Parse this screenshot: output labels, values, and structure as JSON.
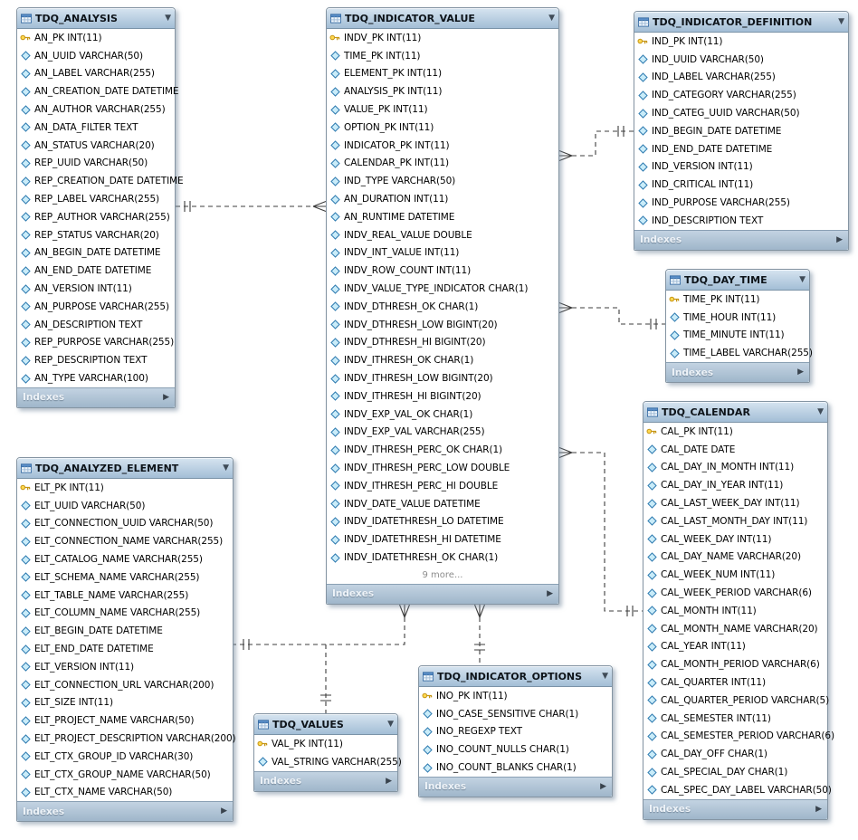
{
  "diagram": {
    "footer_label": "Indexes",
    "tables": [
      {
        "title": "TDQ_ANALYSIS",
        "footer": "Indexes",
        "columns": [
          {
            "label": "AN_PK INT(11)",
            "key": true
          },
          {
            "label": "AN_UUID VARCHAR(50)"
          },
          {
            "label": "AN_LABEL VARCHAR(255)"
          },
          {
            "label": "AN_CREATION_DATE DATETIME"
          },
          {
            "label": "AN_AUTHOR VARCHAR(255)"
          },
          {
            "label": "AN_DATA_FILTER TEXT"
          },
          {
            "label": "AN_STATUS VARCHAR(20)"
          },
          {
            "label": "REP_UUID VARCHAR(50)"
          },
          {
            "label": "REP_CREATION_DATE DATETIME"
          },
          {
            "label": "REP_LABEL VARCHAR(255)"
          },
          {
            "label": "REP_AUTHOR VARCHAR(255)"
          },
          {
            "label": "REP_STATUS VARCHAR(20)"
          },
          {
            "label": "AN_BEGIN_DATE DATETIME"
          },
          {
            "label": "AN_END_DATE DATETIME"
          },
          {
            "label": "AN_VERSION INT(11)"
          },
          {
            "label": "AN_PURPOSE VARCHAR(255)"
          },
          {
            "label": "AN_DESCRIPTION TEXT"
          },
          {
            "label": "REP_PURPOSE VARCHAR(255)"
          },
          {
            "label": "REP_DESCRIPTION TEXT"
          },
          {
            "label": "AN_TYPE VARCHAR(100)"
          }
        ]
      },
      {
        "title": "TDQ_INDICATOR_VALUE",
        "footer": "Indexes",
        "more": "9 more...",
        "columns": [
          {
            "label": "INDV_PK INT(11)",
            "key": true
          },
          {
            "label": "TIME_PK INT(11)"
          },
          {
            "label": "ELEMENT_PK INT(11)"
          },
          {
            "label": "ANALYSIS_PK INT(11)"
          },
          {
            "label": "VALUE_PK INT(11)"
          },
          {
            "label": "OPTION_PK INT(11)"
          },
          {
            "label": "INDICATOR_PK INT(11)"
          },
          {
            "label": "CALENDAR_PK INT(11)"
          },
          {
            "label": "IND_TYPE VARCHAR(50)"
          },
          {
            "label": "AN_DURATION INT(11)"
          },
          {
            "label": "AN_RUNTIME DATETIME"
          },
          {
            "label": "INDV_REAL_VALUE DOUBLE"
          },
          {
            "label": "INDV_INT_VALUE INT(11)"
          },
          {
            "label": "INDV_ROW_COUNT INT(11)"
          },
          {
            "label": "INDV_VALUE_TYPE_INDICATOR CHAR(1)"
          },
          {
            "label": "INDV_DTHRESH_OK CHAR(1)"
          },
          {
            "label": "INDV_DTHRESH_LOW BIGINT(20)"
          },
          {
            "label": "INDV_DTHRESH_HI BIGINT(20)"
          },
          {
            "label": "INDV_ITHRESH_OK CHAR(1)"
          },
          {
            "label": "INDV_ITHRESH_LOW BIGINT(20)"
          },
          {
            "label": "INDV_ITHRESH_HI BIGINT(20)"
          },
          {
            "label": "INDV_EXP_VAL_OK CHAR(1)"
          },
          {
            "label": "INDV_EXP_VAL VARCHAR(255)"
          },
          {
            "label": "INDV_ITHRESH_PERC_OK CHAR(1)"
          },
          {
            "label": "INDV_ITHRESH_PERC_LOW DOUBLE"
          },
          {
            "label": "INDV_ITHRESH_PERC_HI DOUBLE"
          },
          {
            "label": "INDV_DATE_VALUE DATETIME"
          },
          {
            "label": "INDV_IDATETHRESH_LO DATETIME"
          },
          {
            "label": "INDV_IDATETHRESH_HI DATETIME"
          },
          {
            "label": "INDV_IDATETHRESH_OK CHAR(1)"
          }
        ]
      },
      {
        "title": "TDQ_INDICATOR_DEFINITION",
        "footer": "Indexes",
        "columns": [
          {
            "label": "IND_PK INT(11)",
            "key": true
          },
          {
            "label": "IND_UUID VARCHAR(50)"
          },
          {
            "label": "IND_LABEL VARCHAR(255)"
          },
          {
            "label": "IND_CATEGORY VARCHAR(255)"
          },
          {
            "label": "IND_CATEG_UUID VARCHAR(50)"
          },
          {
            "label": "IND_BEGIN_DATE DATETIME"
          },
          {
            "label": "IND_END_DATE DATETIME"
          },
          {
            "label": "IND_VERSION INT(11)"
          },
          {
            "label": "IND_CRITICAL INT(11)"
          },
          {
            "label": "IND_PURPOSE VARCHAR(255)"
          },
          {
            "label": "IND_DESCRIPTION TEXT"
          }
        ]
      },
      {
        "title": "TDQ_DAY_TIME",
        "footer": "Indexes",
        "columns": [
          {
            "label": "TIME_PK INT(11)",
            "key": true
          },
          {
            "label": "TIME_HOUR INT(11)"
          },
          {
            "label": "TIME_MINUTE INT(11)"
          },
          {
            "label": "TIME_LABEL VARCHAR(255)"
          }
        ]
      },
      {
        "title": "TDQ_CALENDAR",
        "footer": "Indexes",
        "columns": [
          {
            "label": "CAL_PK INT(11)",
            "key": true
          },
          {
            "label": "CAL_DATE DATE"
          },
          {
            "label": "CAL_DAY_IN_MONTH INT(11)"
          },
          {
            "label": "CAL_DAY_IN_YEAR INT(11)"
          },
          {
            "label": "CAL_LAST_WEEK_DAY INT(11)"
          },
          {
            "label": "CAL_LAST_MONTH_DAY INT(11)"
          },
          {
            "label": "CAL_WEEK_DAY INT(11)"
          },
          {
            "label": "CAL_DAY_NAME VARCHAR(20)"
          },
          {
            "label": "CAL_WEEK_NUM INT(11)"
          },
          {
            "label": "CAL_WEEK_PERIOD VARCHAR(6)"
          },
          {
            "label": "CAL_MONTH INT(11)"
          },
          {
            "label": "CAL_MONTH_NAME VARCHAR(20)"
          },
          {
            "label": "CAL_YEAR INT(11)"
          },
          {
            "label": "CAL_MONTH_PERIOD VARCHAR(6)"
          },
          {
            "label": "CAL_QUARTER INT(11)"
          },
          {
            "label": "CAL_QUARTER_PERIOD VARCHAR(5)"
          },
          {
            "label": "CAL_SEMESTER INT(11)"
          },
          {
            "label": "CAL_SEMESTER_PERIOD VARCHAR(6)"
          },
          {
            "label": "CAL_DAY_OFF CHAR(1)"
          },
          {
            "label": "CAL_SPECIAL_DAY CHAR(1)"
          },
          {
            "label": "CAL_SPEC_DAY_LABEL VARCHAR(50)"
          }
        ]
      },
      {
        "title": "TDQ_ANALYZED_ELEMENT",
        "footer": "Indexes",
        "columns": [
          {
            "label": "ELT_PK INT(11)",
            "key": true
          },
          {
            "label": "ELT_UUID VARCHAR(50)"
          },
          {
            "label": "ELT_CONNECTION_UUID VARCHAR(50)"
          },
          {
            "label": "ELT_CONNECTION_NAME VARCHAR(255)"
          },
          {
            "label": "ELT_CATALOG_NAME VARCHAR(255)"
          },
          {
            "label": "ELT_SCHEMA_NAME VARCHAR(255)"
          },
          {
            "label": "ELT_TABLE_NAME VARCHAR(255)"
          },
          {
            "label": "ELT_COLUMN_NAME VARCHAR(255)"
          },
          {
            "label": "ELT_BEGIN_DATE DATETIME"
          },
          {
            "label": "ELT_END_DATE DATETIME"
          },
          {
            "label": "ELT_VERSION INT(11)"
          },
          {
            "label": "ELT_CONNECTION_URL VARCHAR(200)"
          },
          {
            "label": "ELT_SIZE INT(11)"
          },
          {
            "label": "ELT_PROJECT_NAME VARCHAR(50)"
          },
          {
            "label": "ELT_PROJECT_DESCRIPTION VARCHAR(200)"
          },
          {
            "label": "ELT_CTX_GROUP_ID VARCHAR(30)"
          },
          {
            "label": "ELT_CTX_GROUP_NAME VARCHAR(50)"
          },
          {
            "label": "ELT_CTX_NAME VARCHAR(50)"
          }
        ]
      },
      {
        "title": "TDQ_VALUES",
        "footer": "Indexes",
        "columns": [
          {
            "label": "VAL_PK INT(11)",
            "key": true
          },
          {
            "label": "VAL_STRING VARCHAR(255)"
          }
        ]
      },
      {
        "title": "TDQ_INDICATOR_OPTIONS",
        "footer": "Indexes",
        "columns": [
          {
            "label": "INO_PK INT(11)",
            "key": true
          },
          {
            "label": "INO_CASE_SENSITIVE CHAR(1)"
          },
          {
            "label": "INO_REGEXP TEXT"
          },
          {
            "label": "INO_COUNT_NULLS CHAR(1)"
          },
          {
            "label": "INO_COUNT_BLANKS CHAR(1)"
          }
        ]
      }
    ],
    "relationships": [
      {
        "from": "TDQ_INDICATOR_VALUE",
        "to": "TDQ_ANALYSIS"
      },
      {
        "from": "TDQ_INDICATOR_VALUE",
        "to": "TDQ_INDICATOR_DEFINITION"
      },
      {
        "from": "TDQ_INDICATOR_VALUE",
        "to": "TDQ_DAY_TIME"
      },
      {
        "from": "TDQ_INDICATOR_VALUE",
        "to": "TDQ_CALENDAR"
      },
      {
        "from": "TDQ_INDICATOR_VALUE",
        "to": "TDQ_ANALYZED_ELEMENT"
      },
      {
        "from": "TDQ_INDICATOR_VALUE",
        "to": "TDQ_VALUES"
      },
      {
        "from": "TDQ_INDICATOR_VALUE",
        "to": "TDQ_INDICATOR_OPTIONS"
      }
    ]
  }
}
